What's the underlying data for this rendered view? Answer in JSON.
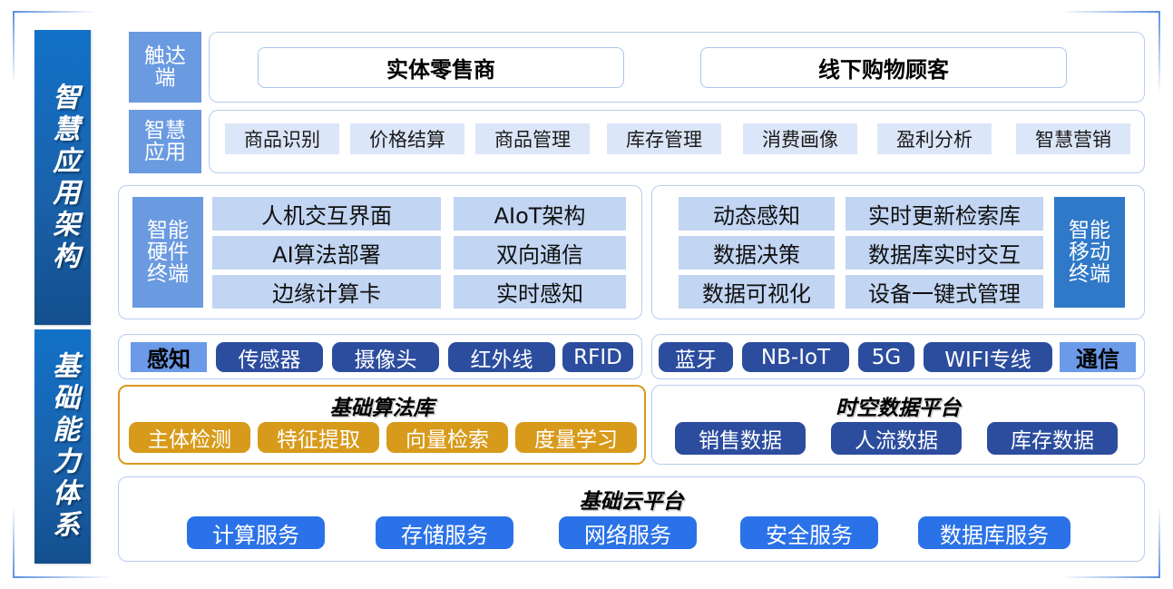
{
  "rails": [
    {
      "id": "app-architecture",
      "label": "智慧应用架构"
    },
    {
      "id": "capability-system",
      "label": "基础能力体系"
    }
  ],
  "layers": {
    "reach": {
      "label": "触达端",
      "boxes": [
        {
          "label": "实体零售商"
        },
        {
          "label": "线下购物顾客"
        }
      ]
    },
    "smart_app": {
      "label": "智慧应用",
      "items": [
        {
          "label": "商品识别"
        },
        {
          "label": "价格结算"
        },
        {
          "label": "商品管理"
        },
        {
          "label": "库存管理"
        },
        {
          "label": "消费画像"
        },
        {
          "label": "盈利分析"
        },
        {
          "label": "智慧营销"
        }
      ]
    },
    "hardware_terminal": {
      "label": "智能硬件终端",
      "items_col1": [
        {
          "label": "人机交互界面"
        },
        {
          "label": "AI算法部署"
        },
        {
          "label": "边缘计算卡"
        }
      ],
      "items_col2": [
        {
          "label": "AIoT架构"
        },
        {
          "label": "双向通信"
        },
        {
          "label": "实时感知"
        }
      ]
    },
    "mobile_terminal": {
      "label": "智能移动终端",
      "items_col1": [
        {
          "label": "动态感知"
        },
        {
          "label": "数据决策"
        },
        {
          "label": "数据可视化"
        }
      ],
      "items_col2": [
        {
          "label": "实时更新检索库"
        },
        {
          "label": "数据库实时交互"
        },
        {
          "label": "设备一键式管理"
        }
      ]
    },
    "sensing": {
      "flag": "感知",
      "items": [
        {
          "label": "传感器"
        },
        {
          "label": "摄像头"
        },
        {
          "label": "红外线"
        },
        {
          "label": "RFID"
        }
      ]
    },
    "communication": {
      "flag": "通信",
      "items": [
        {
          "label": "蓝牙"
        },
        {
          "label": "NB-IoT"
        },
        {
          "label": "5G"
        },
        {
          "label": "WIFI专线"
        }
      ]
    },
    "algorithm_library": {
      "title": "基础算法库",
      "items": [
        {
          "label": "主体检测"
        },
        {
          "label": "特征提取"
        },
        {
          "label": "向量检索"
        },
        {
          "label": "度量学习"
        }
      ]
    },
    "spatiotemporal_platform": {
      "title": "时空数据平台",
      "items": [
        {
          "label": "销售数据"
        },
        {
          "label": "人流数据"
        },
        {
          "label": "库存数据"
        }
      ]
    },
    "cloud_platform": {
      "title": "基础云平台",
      "items": [
        {
          "label": "计算服务"
        },
        {
          "label": "存储服务"
        },
        {
          "label": "网络服务"
        },
        {
          "label": "安全服务"
        },
        {
          "label": "数据库服务"
        }
      ]
    }
  },
  "colors": {
    "rail_blue": "#1272c8",
    "section_label_blue": "#6a9ae0",
    "section_label_dark_blue": "#2f79c8",
    "chip_light_blue": "#dbe6f8",
    "chip_mid_blue": "#c2d5f2",
    "pill_navy": "#2c4d9e",
    "pill_blue": "#2b72e8",
    "pill_orange": "#d89a1a",
    "flag_blue": "#6a9ae8",
    "card_border": "#b6cdee",
    "orange_border": "#d89a1a"
  }
}
